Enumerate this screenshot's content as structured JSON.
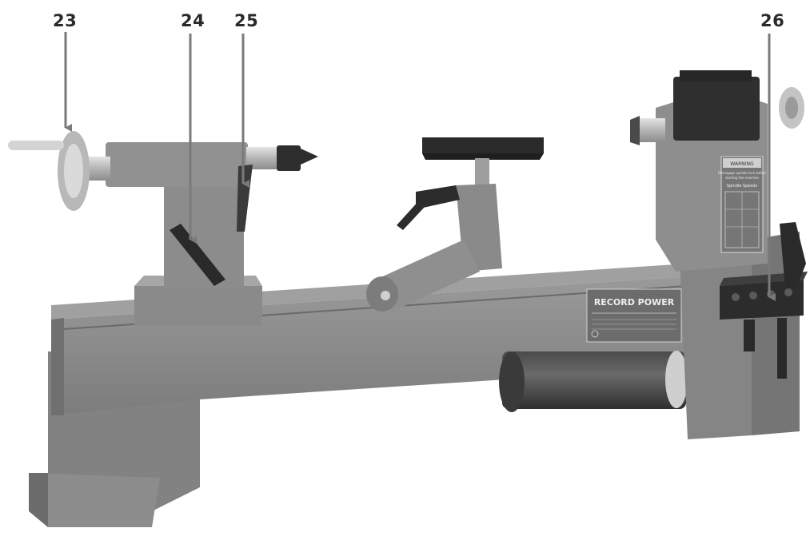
{
  "callouts": [
    {
      "id": "23",
      "label": "23"
    },
    {
      "id": "24",
      "label": "24"
    },
    {
      "id": "25",
      "label": "25"
    },
    {
      "id": "26",
      "label": "26"
    }
  ],
  "brand_plate": {
    "brand": "RECORD POWER"
  },
  "warning_label": {
    "title": "WARNING",
    "line1": "Disengage spindle lock before",
    "line2": "starting the machine",
    "subtitle": "Spindle Speeds"
  },
  "colors": {
    "body": "#8a8a8a",
    "body_dark": "#6e6e6e",
    "body_light": "#a4a4a4",
    "metal": "#c8c8c8",
    "black": "#2a2a2a",
    "arrow": "#7a7a7a"
  }
}
